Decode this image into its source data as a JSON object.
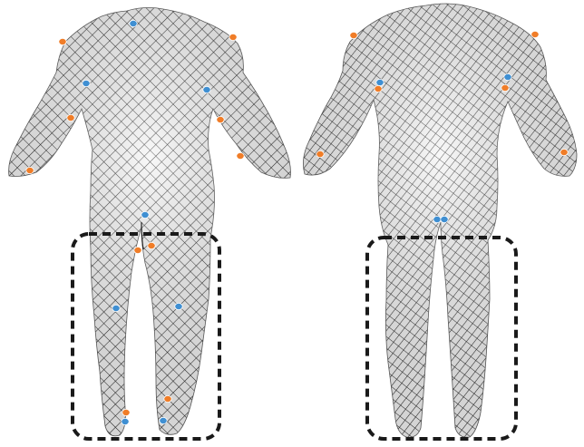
{
  "figure": {
    "panels": [
      {
        "id": "left",
        "view": "back",
        "highlight_region": "legs",
        "markers": [
          {
            "part": "upper-back-center",
            "color": "blue"
          },
          {
            "part": "left-shoulder",
            "color": "orange"
          },
          {
            "part": "right-shoulder",
            "color": "orange"
          },
          {
            "part": "left-armpit",
            "color": "blue"
          },
          {
            "part": "right-armpit",
            "color": "blue"
          },
          {
            "part": "left-elbow",
            "color": "orange"
          },
          {
            "part": "right-elbow",
            "color": "orange"
          },
          {
            "part": "left-wrist",
            "color": "orange"
          },
          {
            "part": "right-wrist",
            "color": "orange"
          },
          {
            "part": "crotch",
            "color": "blue"
          },
          {
            "part": "left-hip",
            "color": "orange"
          },
          {
            "part": "right-hip",
            "color": "orange"
          },
          {
            "part": "left-knee",
            "color": "blue"
          },
          {
            "part": "right-knee",
            "color": "blue"
          },
          {
            "part": "left-shin",
            "color": "orange"
          },
          {
            "part": "right-shin",
            "color": "orange"
          },
          {
            "part": "left-ankle",
            "color": "blue"
          },
          {
            "part": "right-ankle",
            "color": "blue"
          }
        ]
      },
      {
        "id": "right",
        "view": "back",
        "highlight_region": "legs",
        "markers": [
          {
            "part": "left-shoulder",
            "color": "orange"
          },
          {
            "part": "right-shoulder",
            "color": "orange"
          },
          {
            "part": "left-armpit",
            "color": "blue"
          },
          {
            "part": "right-armpit",
            "color": "blue"
          },
          {
            "part": "left-armpit-back",
            "color": "orange"
          },
          {
            "part": "right-armpit-back",
            "color": "orange"
          },
          {
            "part": "left-wrist",
            "color": "orange"
          },
          {
            "part": "right-wrist",
            "color": "orange"
          },
          {
            "part": "crotch-left",
            "color": "blue"
          },
          {
            "part": "crotch-right",
            "color": "blue"
          }
        ]
      }
    ],
    "colors": {
      "orange": "#f07d28",
      "blue": "#3f8fd2",
      "mesh": "#1b1b1b",
      "skin": "#f3f3f3",
      "box": "#1a1a1a"
    }
  }
}
